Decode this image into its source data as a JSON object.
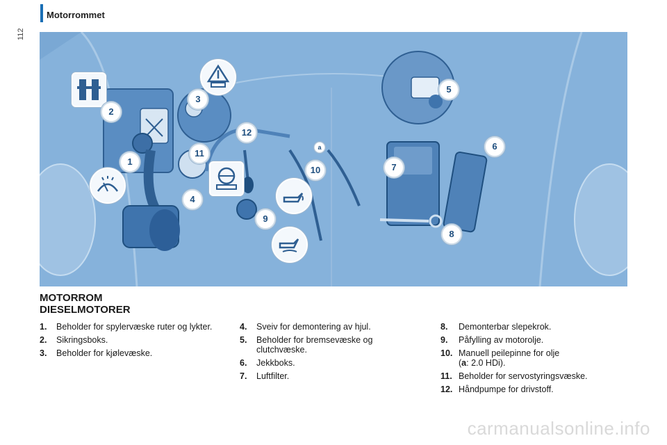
{
  "page": {
    "number": "112",
    "section_title": "Motorrommet",
    "heading_line1": "MOTORROM",
    "heading_line2": "DIESELMOTORER",
    "watermark": "carmanualsonline.info"
  },
  "figure": {
    "callouts": [
      "1",
      "2",
      "3",
      "4",
      "5",
      "6",
      "7",
      "8",
      "9",
      "10",
      "11",
      "12"
    ],
    "callout_a": "a",
    "icons": [
      "washer-fluid-icon",
      "fuse-box-icon",
      "coolant-icon",
      "brake-fluid-icon",
      "power-steering-icon",
      "oil-level-icon",
      "oil-filler-icon"
    ]
  },
  "legend": {
    "col1": [
      {
        "num": "1.",
        "text": "Beholder for spylervæske ruter og lykter."
      },
      {
        "num": "2.",
        "text": "Sikringsboks."
      },
      {
        "num": "3.",
        "text": "Beholder for kjølevæske."
      }
    ],
    "col2": [
      {
        "num": "4.",
        "text": "Sveiv for demontering av hjul."
      },
      {
        "num": "5.",
        "text": "Beholder for bremsevæske og clutchvæske."
      },
      {
        "num": "6.",
        "text": "Jekkboks."
      },
      {
        "num": "7.",
        "text": "Luftfilter."
      }
    ],
    "col3": [
      {
        "num": "8.",
        "text": "Demonterbar slepekrok."
      },
      {
        "num": "9.",
        "text": "Påfylling av motorolje."
      },
      {
        "num": "10.",
        "text_pre": "Manuell peilepinne for olje",
        "text_open": "(",
        "text_a": "a",
        "text_post": ": 2.0 HDi)."
      },
      {
        "num": "11.",
        "text": "Beholder for servostyringsvæske."
      },
      {
        "num": "12.",
        "text": "Håndpumpe for drivstoff."
      }
    ]
  }
}
